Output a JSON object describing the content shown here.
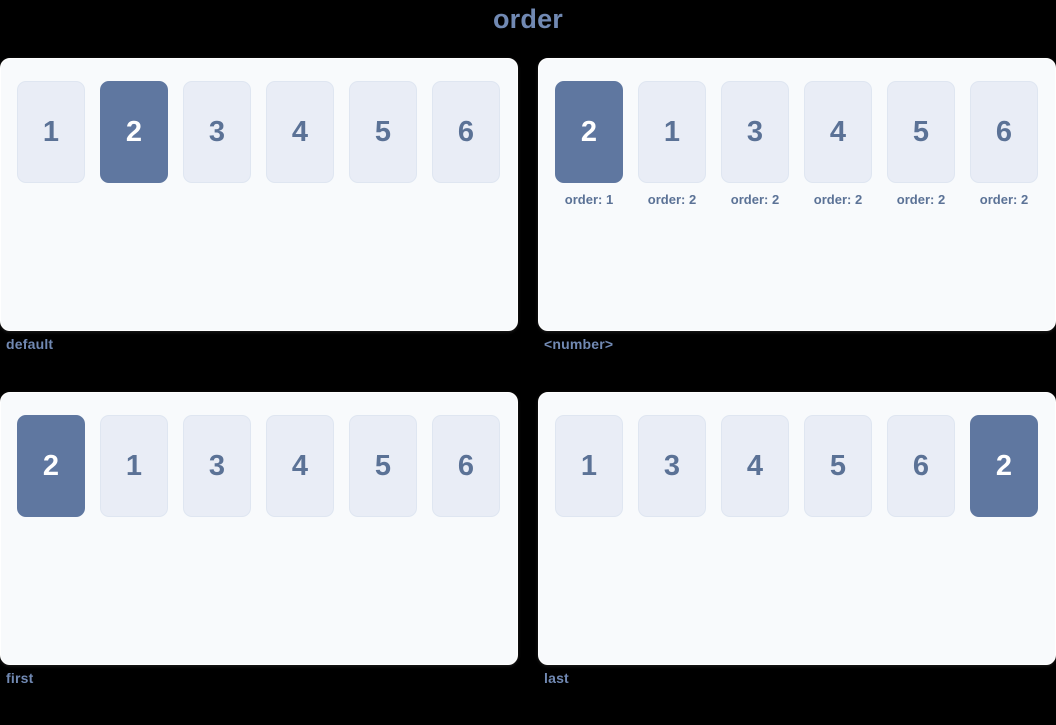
{
  "title": "order",
  "colors": {
    "background": "#000000",
    "panel_bg": "#f8fafc",
    "box_bg": "#e9edf6",
    "box_text": "#5b7296",
    "highlight_bg": "#5f77a0",
    "highlight_text": "#ffffff",
    "label": "#7189b3"
  },
  "panels": [
    {
      "label": "default",
      "items": [
        {
          "value": "1",
          "highlight": false,
          "sublabel": ""
        },
        {
          "value": "2",
          "highlight": true,
          "sublabel": ""
        },
        {
          "value": "3",
          "highlight": false,
          "sublabel": ""
        },
        {
          "value": "4",
          "highlight": false,
          "sublabel": ""
        },
        {
          "value": "5",
          "highlight": false,
          "sublabel": ""
        },
        {
          "value": "6",
          "highlight": false,
          "sublabel": ""
        }
      ]
    },
    {
      "label": "<number>",
      "items": [
        {
          "value": "2",
          "highlight": true,
          "sublabel": "order: 1"
        },
        {
          "value": "1",
          "highlight": false,
          "sublabel": "order: 2"
        },
        {
          "value": "3",
          "highlight": false,
          "sublabel": "order: 2"
        },
        {
          "value": "4",
          "highlight": false,
          "sublabel": "order: 2"
        },
        {
          "value": "5",
          "highlight": false,
          "sublabel": "order: 2"
        },
        {
          "value": "6",
          "highlight": false,
          "sublabel": "order: 2"
        }
      ]
    },
    {
      "label": "first",
      "items": [
        {
          "value": "2",
          "highlight": true,
          "sublabel": ""
        },
        {
          "value": "1",
          "highlight": false,
          "sublabel": ""
        },
        {
          "value": "3",
          "highlight": false,
          "sublabel": ""
        },
        {
          "value": "4",
          "highlight": false,
          "sublabel": ""
        },
        {
          "value": "5",
          "highlight": false,
          "sublabel": ""
        },
        {
          "value": "6",
          "highlight": false,
          "sublabel": ""
        }
      ]
    },
    {
      "label": "last",
      "items": [
        {
          "value": "1",
          "highlight": false,
          "sublabel": ""
        },
        {
          "value": "3",
          "highlight": false,
          "sublabel": ""
        },
        {
          "value": "4",
          "highlight": false,
          "sublabel": ""
        },
        {
          "value": "5",
          "highlight": false,
          "sublabel": ""
        },
        {
          "value": "6",
          "highlight": false,
          "sublabel": ""
        },
        {
          "value": "2",
          "highlight": true,
          "sublabel": ""
        }
      ]
    }
  ]
}
